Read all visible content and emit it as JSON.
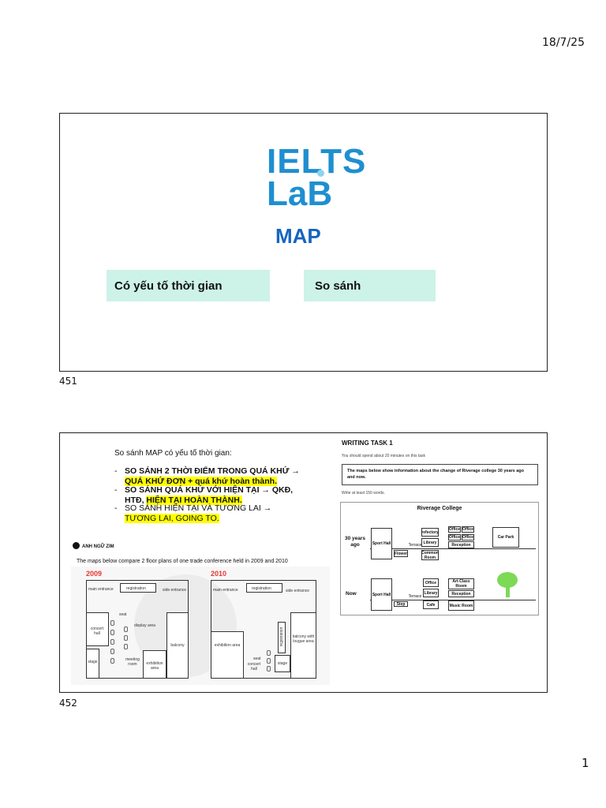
{
  "header": {
    "date": "18/7/25"
  },
  "footer": {
    "page_number": "1"
  },
  "slides": [
    {
      "number": "451",
      "logo": {
        "line1": "IELTS",
        "line2": "LaB"
      },
      "title": "MAP",
      "boxes": [
        "Có yếu tố thời gian",
        "So sánh"
      ]
    },
    {
      "number": "452",
      "left": {
        "heading": "So sánh MAP có yếu tố thời gian:",
        "bullets": [
          {
            "dash": "-",
            "normal": "SO SÁNH 2 THỜI ĐIỂM TRONG QUÁ KHỨ →",
            "hl": "QUÁ KHỨ ĐƠN + quá khứ hoàn thành."
          },
          {
            "dash": "-",
            "normal": "SO SÁNH QUÁ KHỨ VỚI HIỆN TẠI → QKĐ, HTĐ,",
            "hl": "HIỆN TẠI HOÀN THÀNH."
          },
          {
            "dash": "-",
            "normal": "SO SÁNH HIỆN TẠI VÀ TƯƠNG LAI →",
            "hl": "TƯƠNG LAI, GOING TO."
          }
        ],
        "brand": "ANH NGỮ ZIM",
        "prompt": "The maps below compare 2 floor plans of one trade conference held in 2009 and 2010",
        "plan_2009": {
          "year": "2009",
          "labels": {
            "main_entrance": "main entrance",
            "registration": "registration",
            "side_entrance": "side entrance",
            "seat": "seat",
            "concert_hall": "concert hall",
            "display_area": "display area",
            "balcony": "balcony",
            "stage": "stage",
            "meeting_room": "meeting room",
            "exhibition_area": "exhibition area"
          }
        },
        "plan_2010": {
          "year": "2010",
          "labels": {
            "main_entrance": "main entrance",
            "registration": "registration",
            "side_entrance": "side entrance",
            "exhibition_area": "exhibition area",
            "seat": "seat",
            "concert_hall": "concert hall",
            "registration_vertical": "registration",
            "stage": "stage",
            "balcony_lounge": "balcony with lougue area"
          }
        }
      },
      "right": {
        "task_title": "WRITING TASK 1",
        "time_note": "You should spend about 20 minutes on this task",
        "prompt": "The maps below show information about the change of Riverage college 30 years ago and now.",
        "word_note": "Write at least 150 words.",
        "map_title": "Riverage College",
        "rows": {
          "past_label": "30 years ago",
          "now_label": "Now",
          "past": {
            "sport_hall": "Sport Hall",
            "terrace": "Terrace",
            "flower": "Flower",
            "refectory": "refectory",
            "library": "Library",
            "common_room": "Common Room",
            "office1": "Office",
            "office2": "Office",
            "office3": "Office",
            "office4": "Office",
            "reception": "Reception",
            "car_park": "Car Park"
          },
          "now": {
            "sport_hall": "Sport Hall",
            "terrace": "Terrace",
            "step": "Step",
            "office": "Office",
            "library": "Library",
            "cafe": "Cafe",
            "art_class": "Art-Class Room",
            "reception": "Reception",
            "music_room": "Music Room"
          }
        }
      }
    }
  ]
}
